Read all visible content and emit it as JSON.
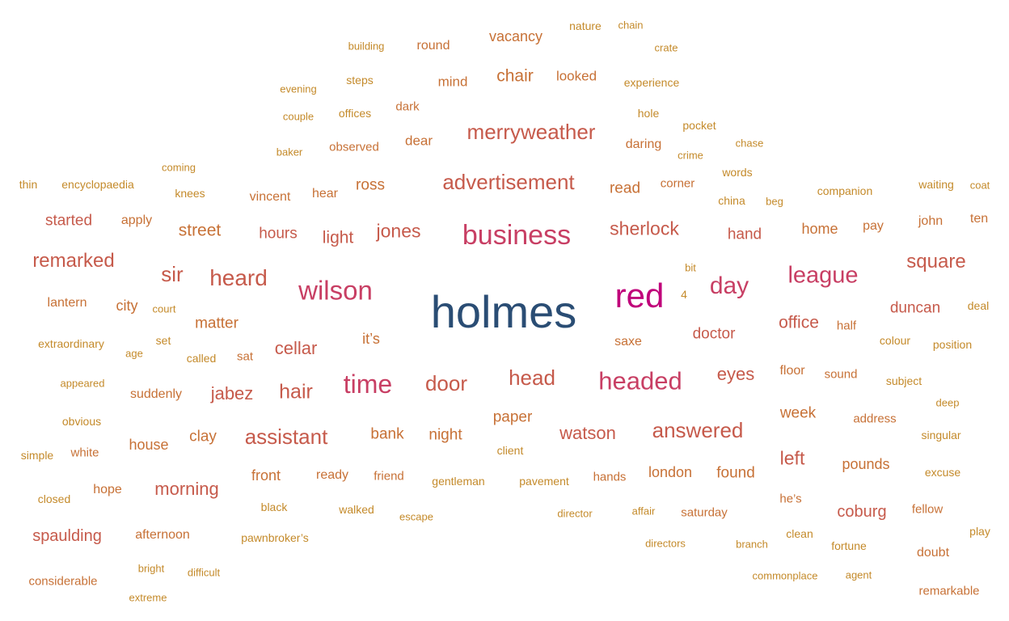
{
  "palette": {
    "dark_blue": "#2a4d74",
    "magenta": "#c0007a",
    "rose": "#c83f64",
    "red_orange": "#c65a4b",
    "orange": "#c77136",
    "gold": "#c48a2a"
  },
  "words": [
    {
      "text": "holmes",
      "weight": 100
    },
    {
      "text": "red",
      "weight": 72
    },
    {
      "text": "business",
      "weight": 60
    },
    {
      "text": "wilson",
      "weight": 58
    },
    {
      "text": "time",
      "weight": 56
    },
    {
      "text": "headed",
      "weight": 55
    },
    {
      "text": "day",
      "weight": 52
    },
    {
      "text": "league",
      "weight": 50
    },
    {
      "text": "merryweather",
      "weight": 48
    },
    {
      "text": "advertisement",
      "weight": 48
    },
    {
      "text": "heard",
      "weight": 47
    },
    {
      "text": "head",
      "weight": 46
    },
    {
      "text": "door",
      "weight": 46
    },
    {
      "text": "answered",
      "weight": 45
    },
    {
      "text": "square",
      "weight": 44
    },
    {
      "text": "sir",
      "weight": 44
    },
    {
      "text": "assistant",
      "weight": 44
    },
    {
      "text": "remarked",
      "weight": 42
    },
    {
      "text": "jones",
      "weight": 41
    },
    {
      "text": "sherlock",
      "weight": 40
    },
    {
      "text": "hair",
      "weight": 40
    },
    {
      "text": "jabez",
      "weight": 38
    },
    {
      "text": "eyes",
      "weight": 38
    },
    {
      "text": "cellar",
      "weight": 38
    },
    {
      "text": "morning",
      "weight": 38
    },
    {
      "text": "watson",
      "weight": 37
    },
    {
      "text": "street",
      "weight": 36
    },
    {
      "text": "chair",
      "weight": 36
    },
    {
      "text": "office",
      "weight": 36
    },
    {
      "text": "left",
      "weight": 36
    },
    {
      "text": "spaulding",
      "weight": 35
    },
    {
      "text": "coburg",
      "weight": 35
    },
    {
      "text": "doctor",
      "weight": 34
    },
    {
      "text": "hours",
      "weight": 34
    },
    {
      "text": "light",
      "weight": 34
    },
    {
      "text": "started",
      "weight": 34
    },
    {
      "text": "hand",
      "weight": 33
    },
    {
      "text": "duncan",
      "weight": 33
    },
    {
      "text": "matter",
      "weight": 33
    },
    {
      "text": "bank",
      "weight": 33
    },
    {
      "text": "paper",
      "weight": 33
    },
    {
      "text": "clay",
      "weight": 33
    },
    {
      "text": "night",
      "weight": 33
    },
    {
      "text": "week",
      "weight": 33
    },
    {
      "text": "pounds",
      "weight": 33
    },
    {
      "text": "house",
      "weight": 32
    },
    {
      "text": "found",
      "weight": 32
    },
    {
      "text": "ross",
      "weight": 32
    },
    {
      "text": "read",
      "weight": 32
    },
    {
      "text": "vacancy",
      "weight": 32
    },
    {
      "text": "home",
      "weight": 32
    },
    {
      "text": "front",
      "weight": 32
    },
    {
      "text": "london",
      "weight": 32
    },
    {
      "text": "mind",
      "weight": 31
    },
    {
      "text": "looked",
      "weight": 31
    },
    {
      "text": "dear",
      "weight": 31
    },
    {
      "text": "it’s",
      "weight": 31
    },
    {
      "text": "city",
      "weight": 31
    },
    {
      "text": "lantern",
      "weight": 30
    },
    {
      "text": "round",
      "weight": 30
    },
    {
      "text": "apply",
      "weight": 30
    },
    {
      "text": "hear",
      "weight": 30
    },
    {
      "text": "vincent",
      "weight": 30
    },
    {
      "text": "floor",
      "weight": 30
    },
    {
      "text": "john",
      "weight": 30
    },
    {
      "text": "ten",
      "weight": 30
    },
    {
      "text": "pay",
      "weight": 30
    },
    {
      "text": "suddenly",
      "weight": 30
    },
    {
      "text": "ready",
      "weight": 30
    },
    {
      "text": "daring",
      "weight": 30
    },
    {
      "text": "saxe",
      "weight": 30
    },
    {
      "text": "hope",
      "weight": 30
    },
    {
      "text": "doubt",
      "weight": 30
    },
    {
      "text": "afternoon",
      "weight": 30
    },
    {
      "text": "saturday",
      "weight": 29
    },
    {
      "text": "he’s",
      "weight": 29
    },
    {
      "text": "dark",
      "weight": 29
    },
    {
      "text": "observed",
      "weight": 29
    },
    {
      "text": "corner",
      "weight": 29
    },
    {
      "text": "experience",
      "weight": 29
    },
    {
      "text": "nature",
      "weight": 29
    },
    {
      "text": "friend",
      "weight": 29
    },
    {
      "text": "sat",
      "weight": 29
    },
    {
      "text": "half",
      "weight": 29
    },
    {
      "text": "sound",
      "weight": 29
    },
    {
      "text": "fellow",
      "weight": 29
    },
    {
      "text": "address",
      "weight": 29
    },
    {
      "text": "remarkable",
      "weight": 29
    },
    {
      "text": "hands",
      "weight": 29
    },
    {
      "text": "white",
      "weight": 29
    },
    {
      "text": "fortune",
      "weight": 28
    },
    {
      "text": "offices",
      "weight": 28
    },
    {
      "text": "steps",
      "weight": 28
    },
    {
      "text": "companion",
      "weight": 28
    },
    {
      "text": "waiting",
      "weight": 28
    },
    {
      "text": "knees",
      "weight": 28
    },
    {
      "text": "hole",
      "weight": 28
    },
    {
      "text": "pocket",
      "weight": 28
    },
    {
      "text": "words",
      "weight": 28
    },
    {
      "text": "china",
      "weight": 28
    },
    {
      "text": "pawnbroker’s",
      "weight": 28
    },
    {
      "text": "clean",
      "weight": 28
    },
    {
      "text": "colour",
      "weight": 28
    },
    {
      "text": "set",
      "weight": 28
    },
    {
      "text": "gentleman",
      "weight": 28
    },
    {
      "text": "pavement",
      "weight": 28
    },
    {
      "text": "walked",
      "weight": 28
    },
    {
      "text": "singular",
      "weight": 28
    },
    {
      "text": "excuse",
      "weight": 28
    },
    {
      "text": "encyclopaedia",
      "weight": 28
    },
    {
      "text": "extraordinary",
      "weight": 28
    },
    {
      "text": "called",
      "weight": 28
    },
    {
      "text": "obvious",
      "weight": 28
    },
    {
      "text": "thin",
      "weight": 28
    },
    {
      "text": "simple",
      "weight": 28
    },
    {
      "text": "considerable",
      "weight": 28
    },
    {
      "text": "black",
      "weight": 28
    },
    {
      "text": "client",
      "weight": 28
    },
    {
      "text": "position",
      "weight": 28
    },
    {
      "text": "deal",
      "weight": 28
    },
    {
      "text": "subject",
      "weight": 28
    },
    {
      "text": "closed",
      "weight": 28
    },
    {
      "text": "play",
      "weight": 28
    },
    {
      "text": "building",
      "weight": 27
    },
    {
      "text": "chain",
      "weight": 27
    },
    {
      "text": "crate",
      "weight": 27
    },
    {
      "text": "evening",
      "weight": 27
    },
    {
      "text": "couple",
      "weight": 27
    },
    {
      "text": "baker",
      "weight": 27
    },
    {
      "text": "coming",
      "weight": 27
    },
    {
      "text": "crime",
      "weight": 27
    },
    {
      "text": "chase",
      "weight": 27
    },
    {
      "text": "beg",
      "weight": 27
    },
    {
      "text": "coat",
      "weight": 27
    },
    {
      "text": "bit",
      "weight": 27
    },
    {
      "text": "4",
      "weight": 27
    },
    {
      "text": "court",
      "weight": 27
    },
    {
      "text": "age",
      "weight": 27
    },
    {
      "text": "appeared",
      "weight": 27
    },
    {
      "text": "deep",
      "weight": 27
    },
    {
      "text": "escape",
      "weight": 27
    },
    {
      "text": "director",
      "weight": 27
    },
    {
      "text": "affair",
      "weight": 27
    },
    {
      "text": "directors",
      "weight": 27
    },
    {
      "text": "branch",
      "weight": 27
    },
    {
      "text": "bright",
      "weight": 27
    },
    {
      "text": "difficult",
      "weight": 27
    },
    {
      "text": "extreme",
      "weight": 27
    },
    {
      "text": "commonplace",
      "weight": 27
    },
    {
      "text": "agent",
      "weight": 27
    }
  ]
}
